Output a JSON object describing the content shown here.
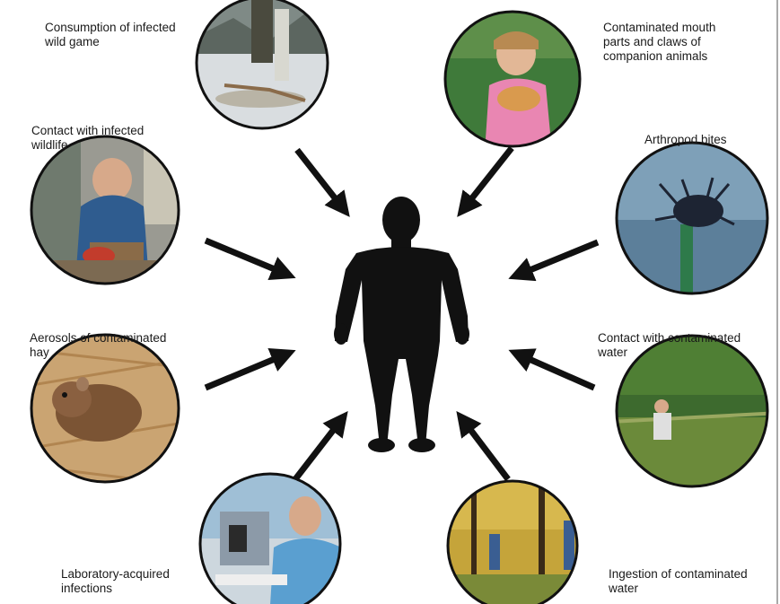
{
  "labels": {
    "consumption": "Consumption of infected\nwild game",
    "contact_wildlife": "Contact with infected\nwildlife",
    "aerosols": "Aerosols of contaminated\nhay",
    "laboratory": "Laboratory-acquired\ninfections",
    "mouth_parts": "Contaminated mouth\nparts and claws of\ncompanion animals",
    "arthropod": "Arthropod bites",
    "contact_water": "Contact with contaminated\nwater",
    "ingestion_water": "Ingestion of contaminated\nwater"
  },
  "icons": {
    "photo_consumption": "hunter-with-game-photo",
    "photo_contact_wildlife": "person-handling-animal-photo",
    "photo_aerosols": "rodent-in-hay-photo",
    "photo_laboratory": "lab-worker-microscope-photo",
    "photo_mouth_parts": "child-holding-kitten-photo",
    "photo_arthropod": "tick-on-stem-photo",
    "photo_contact_water": "person-wading-river-photo",
    "photo_ingestion_water": "hikers-in-woods-photo",
    "center": "human-silhouette"
  },
  "colors": {
    "arrow": "#111111",
    "silhouette": "#111111",
    "circle_border": "#111111"
  }
}
